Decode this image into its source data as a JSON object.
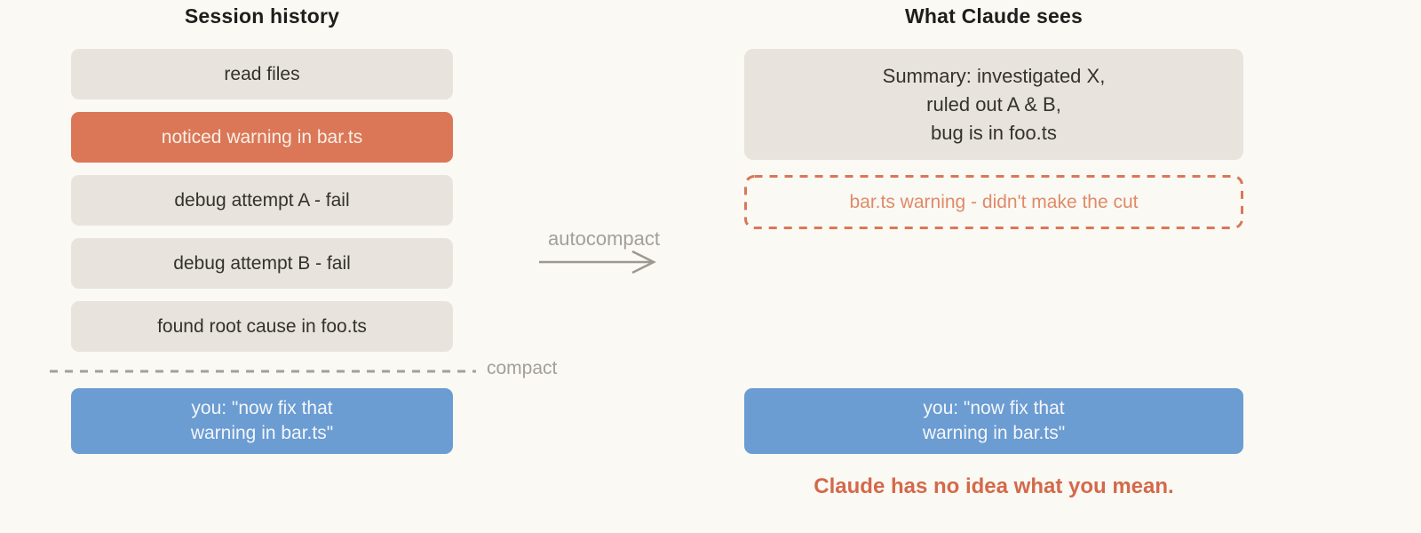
{
  "left_panel": {
    "title": "Session history",
    "items": [
      {
        "label": "read files"
      },
      {
        "label": "noticed warning in bar.ts"
      },
      {
        "label": "debug attempt A - fail"
      },
      {
        "label": "debug attempt B - fail"
      },
      {
        "label": "found root cause in foo.ts"
      }
    ],
    "divider_label": "compact",
    "user_message": "you: \"now fix that\nwarning in bar.ts\""
  },
  "transition": {
    "label": "autocompact",
    "arrow_icon": "right-arrow"
  },
  "right_panel": {
    "title": "What Claude sees",
    "summary_card": "Summary: investigated X,\nruled out A & B,\nbug is in foo.ts",
    "dropped_card": "bar.ts warning - didn't make the cut",
    "user_message": "you: \"now fix that\nwarning in bar.ts\"",
    "caption": "Claude has no idea what you mean."
  },
  "colors": {
    "bg": "#faf9f4",
    "card_bg": "#e8e4dd",
    "card_text": "#34322c",
    "highlight_bg": "#db7757",
    "highlight_text": "#f8f0e7",
    "user_bg": "#6b9cd2",
    "user_text": "#f3f6fa",
    "muted": "#a3a099",
    "arrow": "#9d9991",
    "ink": "#1f1e1a",
    "dashed_border": "#d97757",
    "dropped_text": "#e08a68",
    "caption": "#d4694a"
  }
}
